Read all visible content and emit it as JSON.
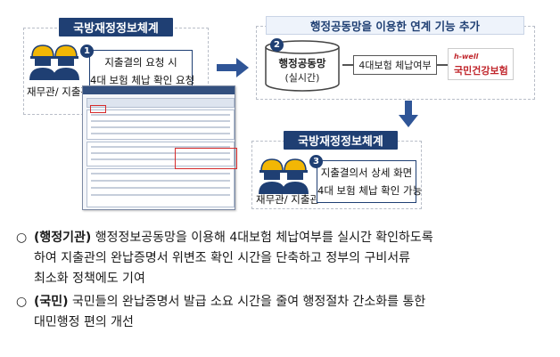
{
  "left_panel": {
    "banner": "국방재정정보체계",
    "role_label": "재무관/ 지출관",
    "step1": {
      "number": "1",
      "line1": "지출결의 요청 시",
      "line2": "4대 보험 체납 확인 요청"
    }
  },
  "right_panel": {
    "banner": "행정공동망을 이용한 연계 기능 추가",
    "step2": {
      "number": "2",
      "title": "행정공동망",
      "subtitle": "(실시간)"
    },
    "flow_label": "4대보험 체납여부",
    "insurer_brand": "h-well",
    "insurer_name": "국민건강보험"
  },
  "bottom_panel": {
    "banner": "국방재정정보체계",
    "role_label": "재무관/ 지출관",
    "step3": {
      "number": "3",
      "line1": "지출결의서 상세 화면",
      "line2": "4대 보험 체납 확인 가능"
    }
  },
  "bullets": [
    {
      "mark": "○",
      "head": "(행정기관)",
      "text": " 행정정보공동망을 이용해 4대보험 체납여부를 실시간 확인하도록\n하여 지출관의 완납증명서 위변조 확인 시간을 단축하고 정부의 구비서류\n최소화 정책에도 기여"
    },
    {
      "mark": "○",
      "head": "(국민)",
      "text": " 국민들의 완납증명서 발급 소요 시간을 줄여 행정절차 간소화를 통한\n대민행정 편의 개선"
    }
  ],
  "colors": {
    "navy": "#1f3f73",
    "arrow": "#2f5597",
    "insurer_red": "#c0252b"
  }
}
